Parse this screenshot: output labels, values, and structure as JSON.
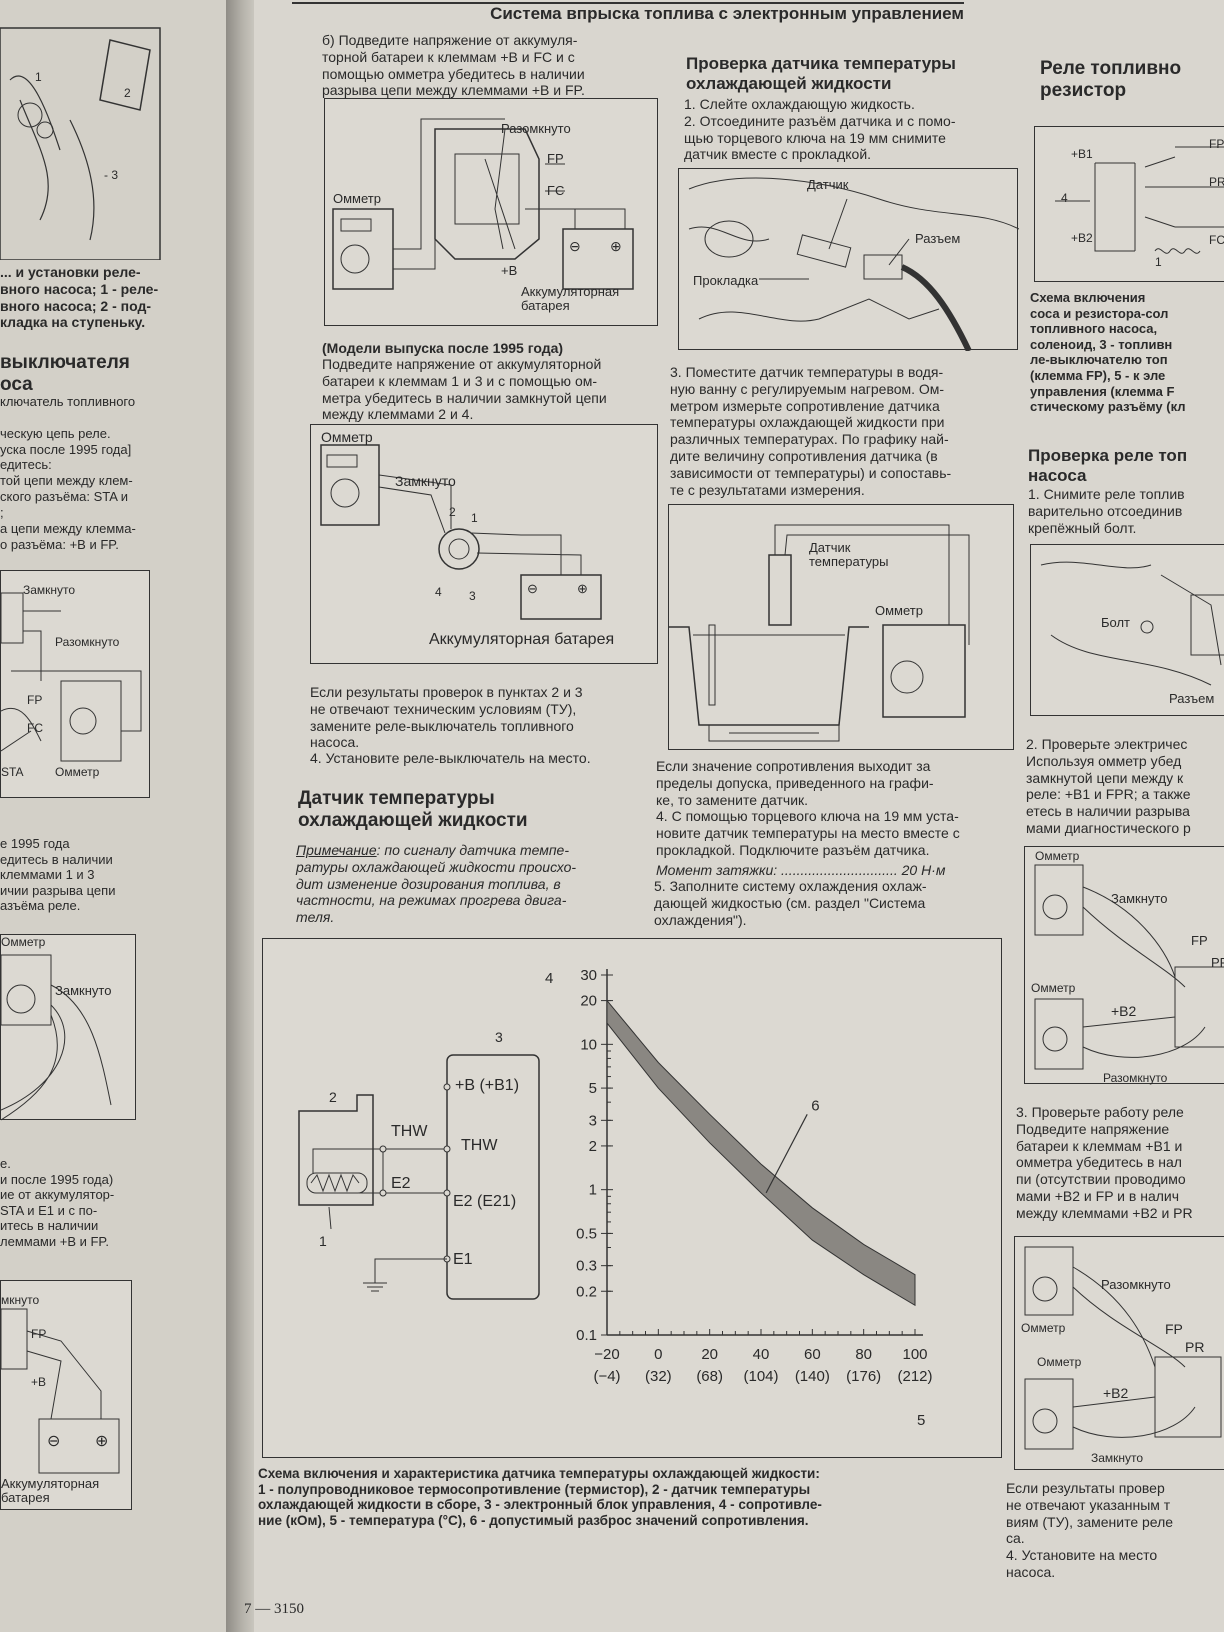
{
  "header": {
    "title": "Система впрыска топлива с электронным управлением"
  },
  "left_page": {
    "caption_frag": "... и установки реле-\nвного насоса; 1 - реле-\nвного насоса; 2 - под-\nкладка на ступеньку.",
    "heading_frag": "выключателя\nоса",
    "text1": "ключатель топливного\n\nческую цепь реле.\nуска после 1995 года]\nедитесь:\nтой цепи между клем-\nского разъёма: STA и\n;\nа цепи между клемма-\nо разъёма: +B и FP.",
    "fig1": {
      "closed": "Замкнуто",
      "open": "Разомкнуто",
      "fp": "FP",
      "fc": "FC",
      "sta": "STA",
      "ohmmeter": "Омметр"
    },
    "text2": "е 1995 года\nедитесь в наличии\nклеммами 1 и 3\nичии разрыва цепи\nазъёма реле.",
    "fig2": {
      "ohmmeter": "Омметр",
      "closed": "Замкнуто"
    },
    "text3": "е.\nи после 1995 года)\nие от аккумулятор-\nSTA и E1 и с по-\nитесь в наличии\nлеммами +B и FP.",
    "fig3": {
      "closed": "мкнуто",
      "fp": "FP",
      "b": "+B",
      "battery": "Аккумуляторная\nбатарея"
    }
  },
  "col1": {
    "para_b": "б) Подведите напряжение от аккумуля-\nторной батареи к клеммам +B и FC и с\nпомощью омметра убедитесь в наличии\nразрыва цепи между клеммами +B и FP.",
    "fig_a": {
      "open": "Разомкнуто",
      "fp": "FP",
      "fc": "FC",
      "b": "+B",
      "ohmmeter": "Омметр",
      "battery": "Аккумуляторная\nбатарея",
      "minus": "⊖",
      "plus": "⊕"
    },
    "models_heading": "(Модели выпуска после 1995 года)",
    "models_text": "Подведите напряжение от аккумуляторной\nбатареи к клеммам 1 и 3 и с помощью ом-\nметра убедитесь в наличии замкнутой цепи\nмежду клеммами 2 и 4.",
    "fig_b": {
      "ohmmeter": "Омметр",
      "closed": "Замкнуто",
      "n1": "1",
      "n2": "2",
      "n3": "3",
      "n4": "4",
      "battery": "Аккумуляторная батарея",
      "minus": "⊖",
      "plus": "⊕"
    },
    "result_text": "Если результаты проверок в пунктах 2 и 3\nне отвечают техническим условиям (ТУ),\nзамените реле-выключатель топливного\nнасоса.",
    "step4": "4. Установите реле-выключатель на место.",
    "section_heading": "Датчик температуры\nохлаждающей жидкости",
    "note_label": "Примечание",
    "note_text": ": по сигналу датчика темпе-\nратуры охлаждающей жидкости происхо-\nдит изменение дозирования топлива, в\nчастности, на режимах прогрева двига-\nтеля."
  },
  "col2": {
    "heading": "Проверка датчика температуры\nохлаждающей жидкости",
    "steps12": "1. Слейте охлаждающую жидкость.\n2. Отсоедините разъём датчика и с помо-\nщью торцевого ключа на 19 мм снимите\nдатчик вместе с прокладкой.",
    "fig_c": {
      "sensor": "Датчик",
      "connector": "Разъем",
      "gasket": "Прокладка"
    },
    "step3": "3. Поместите датчик температуры в водя-\nную ванну с регулируемым нагревом. Ом-\nметром измерьте сопротивление датчика\nтемпературы охлаждающей жидкости при\nразличных температурах. По графику най-\nдите величину сопротивления датчика (в\nзависимости от температуры) и сопоставь-\nте с результатами измерения.",
    "fig_d": {
      "sensor": "Датчик\nтемпературы",
      "ohmmeter": "Омметр"
    },
    "text_after": "Если значение сопротивления выходит за\nпределы допуска, приведенного на графи-\nке, то замените датчик.\n4. С помощью торцевого ключа на 19 мм уста-\nновите датчик температуры на место вместе с\nпрокладкой. Подключите разъём датчика.",
    "torque_label": "Момент затяжки:",
    "torque_value": "20 Н·м",
    "step5": "5. Заполните систему охлаждения охлаж-\nдающей жидкостью (см. раздел \"Система\nохлаждения\")."
  },
  "col3": {
    "heading": "Реле топливно\nрезистор",
    "fig_e": {
      "b1": "+B1",
      "b2": "+B2",
      "n4": "4",
      "n1": "1",
      "fp": "FP",
      "pr": "PR",
      "fc": "FC"
    },
    "caption": "Схема включения\nсоса и резистора-сол\nтопливного насоса,\nсоленоид, 3 - топливн\nле-выключателю топ\n(клемма FP), 5 - к эле\nуправления (клемма F\nстическому разъёму (кл",
    "heading2": "Проверка реле топ\nнасоса",
    "step1": "1. Снимите реле топлив\nварительно отсоединив\nкрепёжный болт.",
    "fig_f": {
      "bolt": "Болт",
      "connector": "Разъем"
    },
    "step2": "2. Проверьте электричес\nИспользуя омметр убед\nзамкнутой цепи между к\nреле: +B1 и FPR; а также\nетесь в наличии разрыва\nмами диагностического р",
    "fig_g": {
      "ohmmeter1": "Омметр",
      "closed": "Замкнуто",
      "fp": "FP",
      "pr": "PR",
      "ohmmeter2": "Омметр",
      "b2": "+B2",
      "open": "Разомкнуто"
    },
    "step3": "3. Проверьте работу реле\nПодведите напряжение\nбатареи к клеммам +B1 и\nомметра убедитесь в нал\nпи (отсутствии проводимо\nмами +B2 и FP и в налич\nмежду клеммами +B2 и PR",
    "fig_h": {
      "open": "Разомкнуто",
      "ohmmeter1": "Омметр",
      "fp": "FP",
      "pr": "PR",
      "ohmmeter2": "Омметр",
      "b2": "+B2",
      "closed": "Замкнуто"
    },
    "text_end": "Если результаты провер\nне отвечают указанным т\nвиям (ТУ), замените реле\nса.\n4. Установите на место\nнасоса."
  },
  "circuit": {
    "label2": "2",
    "label3": "3",
    "label1": "1",
    "thw": "THW",
    "e2": "E2",
    "b_term": "+B (+B1)",
    "thw_term": "THW",
    "e2_term": "E2 (E21)",
    "e1_term": "E1"
  },
  "figure_caption": "Схема включения и характеристика датчика температуры охлаждающей жидкости:\n1 - полупроводниковое термосопротивление (термистор), 2 - датчик температуры\nохлаждающей жидкости в сборе, 3 - электронный блок управления, 4 - сопротивле-\nние (кОм), 5 - температура (°C), 6 - допустимый разброс значений сопротивления.",
  "footer": {
    "page_number": "7 — 3150"
  },
  "chart_data": {
    "type": "area",
    "y_axis_label": "4",
    "x_axis_label": "5",
    "band_label": "6",
    "y_scale": "log",
    "ylim": [
      0.1,
      30
    ],
    "xlim": [
      -20,
      100
    ],
    "y_ticks": [
      30,
      20,
      10,
      5,
      3,
      2,
      1,
      0.5,
      0.3,
      0.2,
      0.1
    ],
    "x_ticks": [
      -20,
      0,
      20,
      40,
      60,
      80,
      100
    ],
    "x_tick_labels": [
      "−20\n(−4)",
      "0\n(32)",
      "20\n(68)",
      "40\n(104)",
      "60\n(140)",
      "80\n(176)",
      "100\n(212)"
    ],
    "series": [
      {
        "x": [
          -20,
          0,
          20,
          40,
          60,
          80,
          100
        ],
        "y_low": [
          14,
          5,
          2.1,
          0.95,
          0.45,
          0.26,
          0.16
        ],
        "y_high": [
          20,
          7.5,
          3.3,
          1.5,
          0.75,
          0.42,
          0.26
        ]
      }
    ]
  }
}
